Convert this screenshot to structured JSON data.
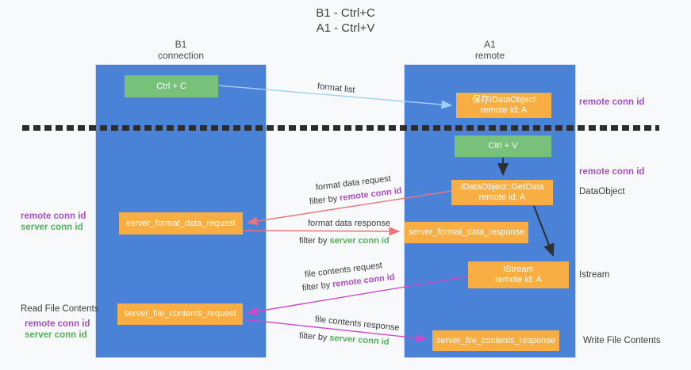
{
  "title": {
    "lines": [
      "B1 - Ctrl+C",
      "A1 - Ctrl+V"
    ]
  },
  "lanes": {
    "left": {
      "name": "B1",
      "role": "connection"
    },
    "right": {
      "name": "A1",
      "role": "remote"
    }
  },
  "nodes": {
    "ctrl_c": {
      "label": "Ctrl + C"
    },
    "save_dataobject": {
      "line1": "保存IDataObject",
      "line2": "remote id: A"
    },
    "ctrl_v": {
      "label": "Ctrl + V"
    },
    "getdata": {
      "line1": "IDataObject::GetData",
      "line2": "remote id: A"
    },
    "server_format_data_request": {
      "label": "server_format_data_request"
    },
    "server_format_data_response": {
      "label": "server_format_data_response"
    },
    "istream": {
      "line1": "IStream",
      "line2": "remote id: A"
    },
    "server_file_contents_request": {
      "label": "server_file_contents_request"
    },
    "server_file_contents_response": {
      "label": "server_file_contents_response"
    }
  },
  "flow_labels": {
    "format_list": "format list",
    "format_data_request": "format data request",
    "format_data_response": "format data response",
    "file_contents_request": "file contents request",
    "file_contents_response": "file contents response",
    "filter_by": "filter by",
    "remote_conn_id": "remote conn id",
    "server_conn_id": "server conn id"
  },
  "side_labels": {
    "remote_conn_id": "remote conn id",
    "server_conn_id": "server conn id",
    "dataobject": "DataObject",
    "istream": "Istream",
    "read_file_contents": "Read File Contents",
    "write_file_contents": "Write File Contents"
  },
  "colors": {
    "lane_fill": "#4a82d8",
    "node_orange": "#f9ae43",
    "node_green": "#77c17b",
    "remote_conn_id_text": "#a94fc6",
    "server_conn_id_text": "#53b05a",
    "arrow_format_list": "#9fd0f2",
    "arrow_format_data": "#e8757c",
    "arrow_file_contents": "#cd4bc6",
    "arrow_black": "#2f2f2f",
    "divider_dash": "#2d2d2d"
  }
}
